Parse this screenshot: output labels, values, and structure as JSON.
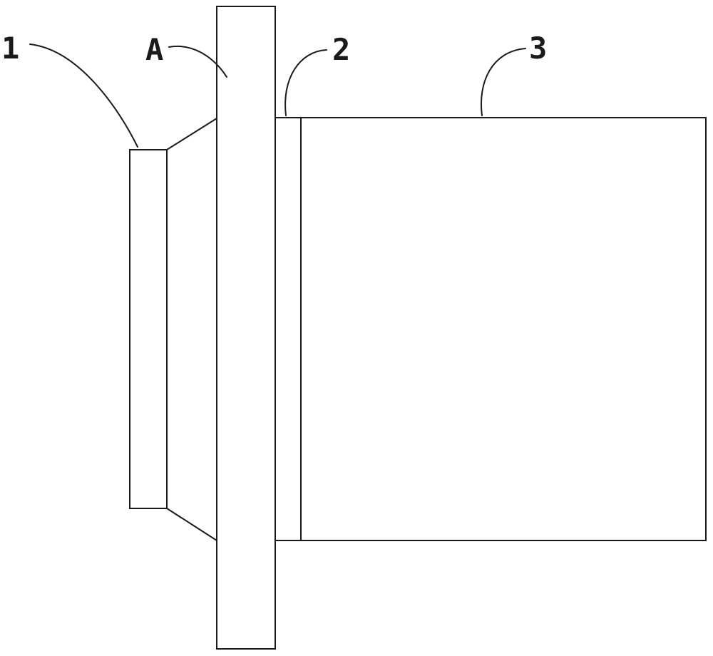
{
  "labels": {
    "part_1": "1",
    "part_a": "A",
    "part_2": "2",
    "part_3": "3"
  },
  "colors": {
    "line": "#1a1a1a",
    "background": "#ffffff"
  }
}
